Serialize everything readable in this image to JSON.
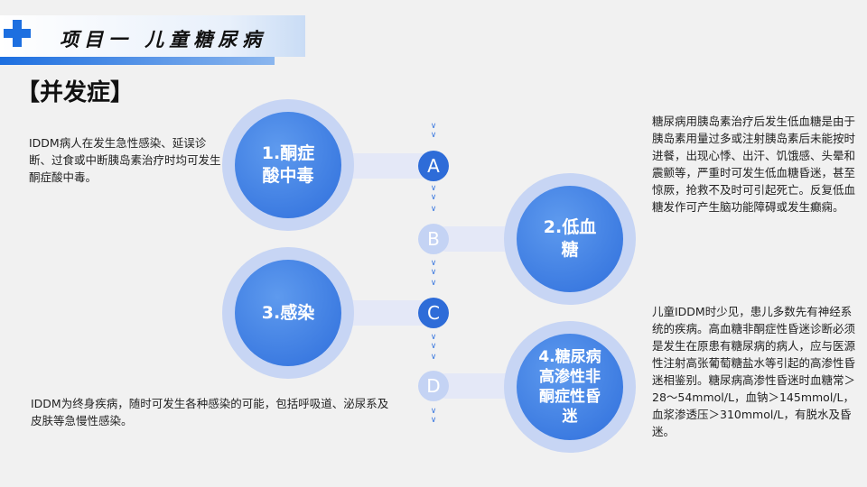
{
  "header": {
    "title": "项目一   儿童糖尿病",
    "icon": "medical-cross-icon"
  },
  "section_title": "【并发症】",
  "items": [
    {
      "letter": "A",
      "label": "1.酮症\n酸中毒",
      "desc": "IDDM病人在发生急性感染、延误诊断、过食或中断胰岛素治疗时均可发生酮症酸中毒。"
    },
    {
      "letter": "B",
      "label": "2.低血\n糖",
      "desc": "糖尿病用胰岛素治疗后发生低血糖是由于胰岛素用量过多或注射胰岛素后未能按时进餐，出现心悸、出汗、饥饿感、头晕和震颤等，严重时可发生低血糖昏迷，甚至惊厥，抢救不及时可引起死亡。反复低血糖发作可产生脑功能障碍或发生癫痫。"
    },
    {
      "letter": "C",
      "label": "3.感染",
      "desc": "IDDM为终身疾病，随时可发生各种感染的可能，包括呼吸道、泌尿系及皮肤等急慢性感染。"
    },
    {
      "letter": "D",
      "label": "4.糖尿病\n高渗性非\n酮症性昏\n迷",
      "desc": "儿童IDDM时少见，患儿多数先有神经系统的疾病。高血糖非酮症性昏迷诊断必须是发生在原患有糖尿病的病人，应与医源性注射高张葡萄糖盐水等引起的高渗性昏迷相鉴别。糖尿病高渗性昏迷时血糖常＞28～54mmol/L，血钠＞145mmol/L，血浆渗透压＞310mmol/L，有脱水及昏迷。"
    }
  ],
  "colors": {
    "primary": "#2f6fdc",
    "halo": "#c7d5f4",
    "stem": "#e4e8f7"
  }
}
